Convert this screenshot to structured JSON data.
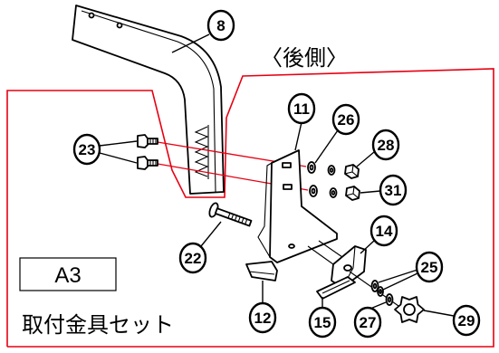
{
  "diagram": {
    "view_label": "〈後側〉",
    "set_code": "A3",
    "set_name": "取付金具セット",
    "part_numbers": {
      "p8": "8",
      "p11": "11",
      "p12": "12",
      "p14": "14",
      "p15": "15",
      "p22": "22",
      "p23": "23",
      "p25": "25",
      "p26": "26",
      "p27": "27",
      "p28": "28",
      "p29": "29",
      "p31": "31"
    }
  },
  "colors": {
    "frame": "#e60012",
    "ink": "#000000"
  }
}
